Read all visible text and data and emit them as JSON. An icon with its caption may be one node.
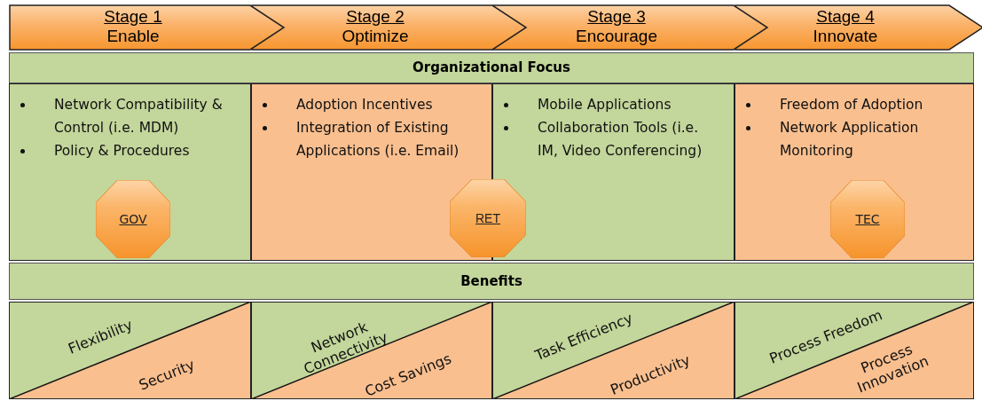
{
  "diagram": {
    "nodes": [
      {
        "text": [
          "Stage 1",
          "Enable"
        ]
      },
      {
        "text": [
          "Stage 2",
          "Optimize"
        ]
      },
      {
        "text": [
          "Stage 3",
          "Encourage"
        ]
      },
      {
        "text": [
          "Stage 4",
          "Innovate"
        ]
      },
      {
        "text": [
          "Organizational Focus"
        ]
      },
      {
        "text": [
          "Network Compatibility & Control (i.e. MDM)",
          "Policy & Procedures"
        ]
      },
      {
        "text": [
          "GOV"
        ],
        "in": 5
      },
      {
        "text": [
          "Adoption Incentives",
          "Integration of Existing Applications (i.e. Email)"
        ]
      },
      {
        "text": [
          "RET"
        ]
      },
      {
        "text": [
          "Mobile Applications",
          "Collaboration Tools (i.e. IM, Video Conferencing)"
        ]
      },
      {
        "text": [
          "Freedom of Adoption",
          "Network Application Monitoring"
        ]
      },
      {
        "text": [
          "TEC"
        ],
        "in": 10
      },
      {
        "text": [
          "Benefits"
        ]
      },
      {
        "text": [
          "Flexibility",
          "Security"
        ]
      },
      {
        "text": [
          "Network Connectivity",
          "Cost Savings"
        ]
      },
      {
        "text": [
          "Task Efficiency",
          "Productivity"
        ]
      },
      {
        "text": [
          "Process Freedom",
          "Process Innovation"
        ]
      }
    ],
    "edges": []
  }
}
